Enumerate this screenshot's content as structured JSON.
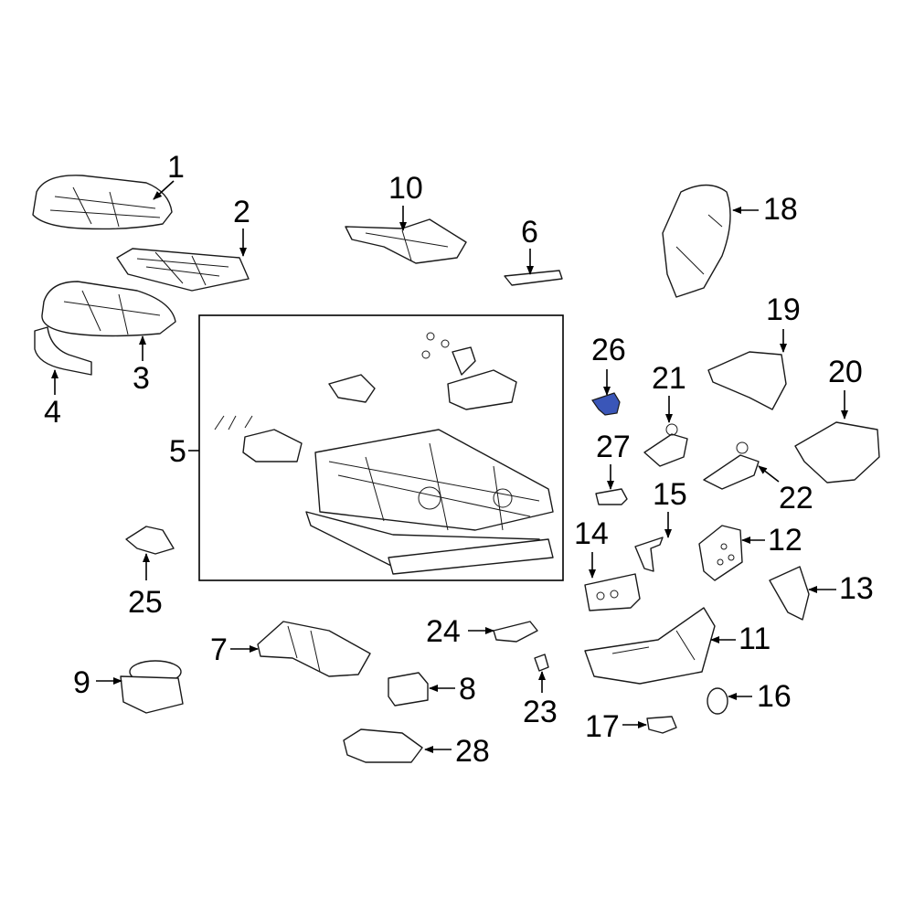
{
  "callouts": {
    "c1": "1",
    "c2": "2",
    "c3": "3",
    "c4": "4",
    "c5": "5",
    "c6": "6",
    "c7": "7",
    "c8": "8",
    "c9": "9",
    "c10": "10",
    "c11": "11",
    "c12": "12",
    "c13": "13",
    "c14": "14",
    "c15": "15",
    "c16": "16",
    "c17": "17",
    "c18": "18",
    "c19": "19",
    "c20": "20",
    "c21": "21",
    "c22": "22",
    "c23": "23",
    "c24": "24",
    "c25": "25",
    "c26": "26",
    "c27": "27",
    "c28": "28"
  },
  "highlight": {
    "part": "26",
    "color": "#3a56b8"
  },
  "colors": {
    "line": "#1a1a1a",
    "background": "#ffffff"
  }
}
